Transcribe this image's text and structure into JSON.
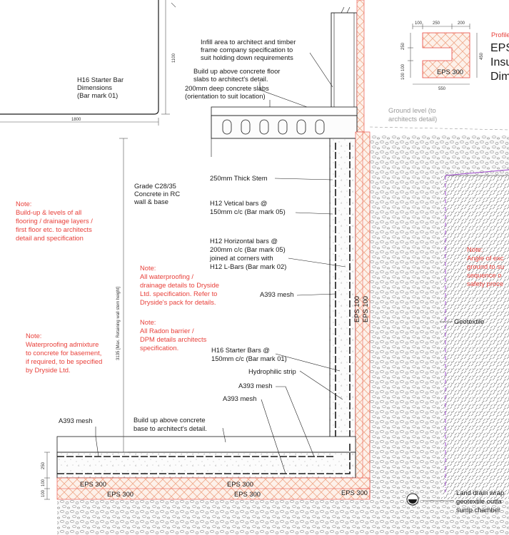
{
  "starter_bar": {
    "label_lines": [
      "H16 Starter Bar",
      "Dimensions",
      "(Bar mark 01)"
    ],
    "dim_horizontal": "1800",
    "dim_vertical": "1100"
  },
  "profile": {
    "title": "Profile",
    "heading_lines": [
      "EPS",
      "Insu",
      "Dim"
    ],
    "dims_top": [
      "100",
      "250",
      "200"
    ],
    "dim_left_top": "250",
    "dim_left_mid": "100",
    "dim_left_bot": "100",
    "dim_right": "450",
    "dim_bottom": "550",
    "eps_label": "EPS 300"
  },
  "labels": {
    "infill_lines": [
      "Infill area to architect and timber",
      "frame company specification to",
      "suit holding down requirements"
    ],
    "build_up_floor_lines": [
      "Build up above concrete floor",
      "slabs to architect's detail."
    ],
    "slabs_lines": [
      "200mm deep concrete slabs",
      "(orientation to suit location)"
    ],
    "ground_level_lines": [
      "Ground level (to",
      "architects detail)"
    ],
    "stem": "250mm Thick Stem",
    "concrete_lines": [
      "Grade C28/35",
      "Concrete in RC",
      "wall & base"
    ],
    "vertical_bars_lines": [
      "H12 Vetical bars @",
      "150mm c/c (Bar mark 05)"
    ],
    "horizontal_bars_lines": [
      "H12 Horizontal bars @",
      "200mm c/c (Bar mark 05)",
      "joined at corners with",
      "H12 L-Bars (Bar mark 02)"
    ],
    "mesh_wall": "A393 mesh",
    "geotextile": "Geotextile",
    "starter_bars_lines": [
      "H16 Starter Bars @",
      "150mm c/c (Bar mark 01)"
    ],
    "hydrophilic": "Hydrophilic strip",
    "mesh_base_1": "A393 mesh",
    "mesh_base_2": "A393 mesh",
    "mesh_left": "A393 mesh",
    "build_up_base_lines": [
      "Build up above concrete",
      "base to architect's detail."
    ],
    "wall_height_dim": "3135 [Max. Retaining wall stem height]",
    "land_drain_lines": [
      "Land drain wrap",
      "geotextile outfa",
      "sump chamber"
    ],
    "eps_wall_1": "EPS 100",
    "eps_wall_2": "EPS 100",
    "eps_base": [
      "EPS 300",
      "EPS 300",
      "EPS 300",
      "EPS 300",
      "EPS 300"
    ],
    "base_dims": [
      "250",
      "100",
      "100"
    ]
  },
  "notes": {
    "note1": [
      "Note:",
      "Build-up & levels of all",
      "flooring / drainage layers /",
      "first floor etc. to architects",
      "detail and specification"
    ],
    "note2": [
      "Note:",
      "All waterproofing /",
      "drainage details to Dryside",
      "Ltd. specification. Refer to",
      "Dryside's pack for details."
    ],
    "note3": [
      "Note:",
      "All Radon barrier /",
      "DPM details architects",
      "specification."
    ],
    "note4": [
      "Note:",
      "Waterproofing admixture",
      "to concrete for basement,",
      "if required, to be specified",
      "by Dryside Ltd."
    ],
    "note5": [
      "Note:",
      "Angle of exc",
      "ground to su",
      "sequence o",
      "safety proce"
    ]
  },
  "colors": {
    "red": "#e8413b",
    "hatch": "#f0a98a",
    "purple": "#a24bd0",
    "line": "#1a1a1a"
  }
}
